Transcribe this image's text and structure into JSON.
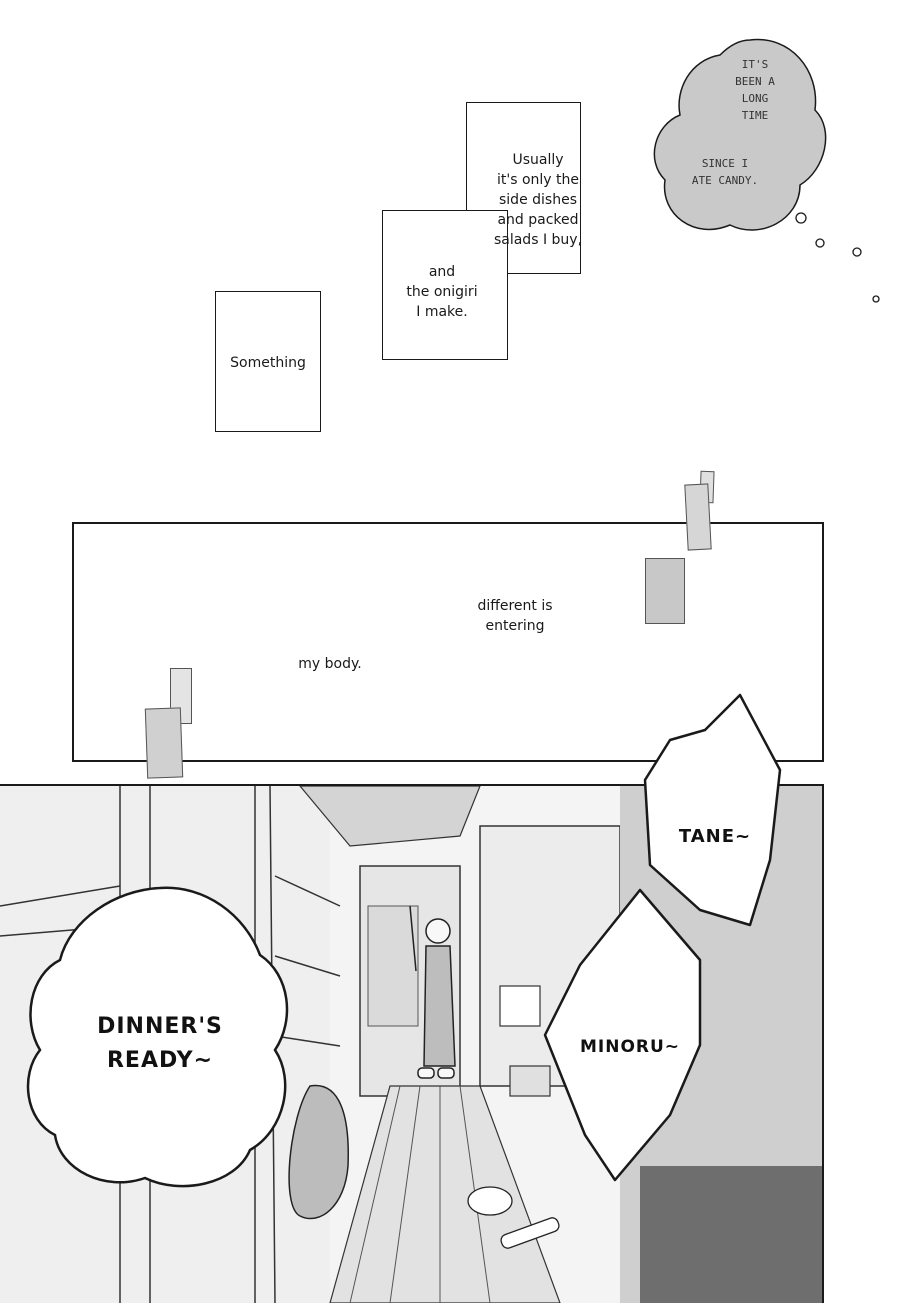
{
  "thought_bubble": {
    "lines_top": [
      "IT'S",
      "BEEN A",
      "LONG",
      "TIME"
    ],
    "lines_bottom": [
      "SINCE I",
      "ATE CANDY."
    ],
    "color": "#c9c9c9"
  },
  "narration": {
    "usually": [
      "Usually",
      "it's only the",
      "side dishes",
      "and packed",
      "salads I buy,"
    ],
    "onigiri": [
      "and",
      "the onigiri",
      "I make."
    ],
    "something": "Something",
    "different": [
      "different is",
      "entering"
    ],
    "body": "my body."
  },
  "speech": {
    "dinner": [
      "DINNER'S",
      "READY~"
    ],
    "tane": "TANE~",
    "minoru": "MINORU~"
  },
  "colors": {
    "ink": "#1a1a1a",
    "tape": "#d6d6d6",
    "screentone": "#bdbdbd"
  }
}
